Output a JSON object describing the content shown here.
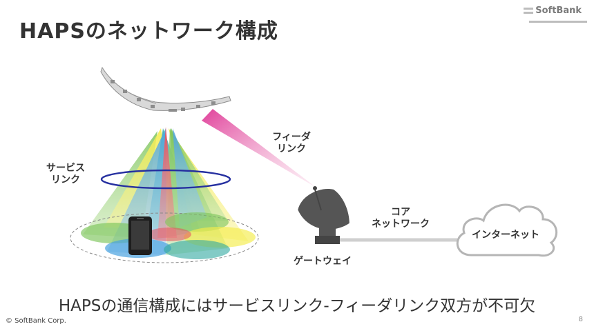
{
  "title": "HAPSのネットワーク構成",
  "logo": {
    "text": "SoftBank",
    "icon": "softbank-bars-icon"
  },
  "labels": {
    "feeder_line1": "フィーダ",
    "feeder_line2": "リンク",
    "service_line1": "サービス",
    "service_line2": "リンク",
    "core_line1": "コア",
    "core_line2": "ネットワーク",
    "gateway": "ゲートウェイ",
    "internet": "インターネット"
  },
  "subtitle": "HAPSの通信構成にはサービスリンク-フィーダリンク双方が不可欠",
  "footer": "© SoftBank Corp.",
  "page_number": "8",
  "colors": {
    "beam_red": "#e8505b",
    "beam_yellow": "#f4ec4a",
    "beam_green": "#7cc45a",
    "beam_teal": "#30a9a0",
    "beam_blue": "#4aa3e0",
    "feeder_pink": "#e0409a",
    "ring_blue": "#2630a0",
    "cloud_stroke": "#b5b5b5"
  }
}
